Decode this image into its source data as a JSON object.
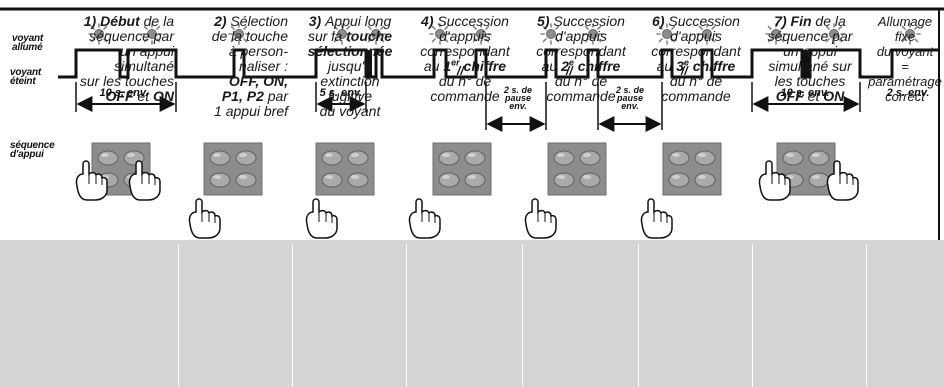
{
  "labels": {
    "voyant_allume": [
      "voyant",
      "allumé"
    ],
    "voyant_eteint": [
      "voyant",
      "éteint"
    ],
    "sequence_appui": [
      "séquence",
      "d'appui"
    ]
  },
  "dimensions": {
    "d1": "10 s. env.",
    "d2": "5 s. env.",
    "d3": "10 s. env.",
    "d4": "2 s. env."
  },
  "pause_labels": {
    "p1": [
      "2 s. de",
      "pause",
      "env."
    ],
    "p2": [
      "2 s. de",
      "pause",
      "env."
    ]
  },
  "break_marks": {
    "b1": "//",
    "b2": "//",
    "b3": "//"
  },
  "captions": [
    {
      "align": "right",
      "lines": [
        [
          {
            "t": "1) ",
            "b": true
          },
          {
            "t": "Début",
            "b": true
          },
          {
            "t": " de la",
            "b": false
          }
        ],
        [
          {
            "t": "séquence par",
            "b": false
          }
        ],
        [
          {
            "t": "un appui",
            "b": false
          }
        ],
        [
          {
            "t": "simultané",
            "b": false
          }
        ],
        [
          {
            "t": "sur les touches",
            "b": false
          }
        ],
        [
          {
            "t": "OFF",
            "b": true
          },
          {
            "t": " et ",
            "b": false
          },
          {
            "t": "ON",
            "b": true
          }
        ]
      ]
    },
    {
      "align": "right",
      "lines": [
        [
          {
            "t": "2) ",
            "b": true
          },
          {
            "t": "Sélection",
            "b": false
          }
        ],
        [
          {
            "t": "de la touche",
            "b": false
          }
        ],
        [
          {
            "t": "à person-",
            "b": false
          }
        ],
        [
          {
            "t": "naliser :",
            "b": false
          }
        ],
        [
          {
            "t": "OFF, ON,",
            "b": true
          }
        ],
        [
          {
            "t": "P1, P2",
            "b": true
          },
          {
            "t": " par",
            "b": false
          }
        ],
        [
          {
            "t": "1 appui bref",
            "b": false
          }
        ]
      ]
    },
    {
      "align": "center",
      "lines": [
        [
          {
            "t": "3) ",
            "b": true
          },
          {
            "t": "Appui long",
            "b": false
          }
        ],
        [
          {
            "t": "sur la ",
            "b": false
          },
          {
            "t": "touche",
            "b": true
          }
        ],
        [
          {
            "t": "sélectionnée",
            "b": true
          }
        ],
        [
          {
            "t": "jusqu'à",
            "b": false
          }
        ],
        [
          {
            "t": "extinction",
            "b": false
          }
        ],
        [
          {
            "t": "fugitive",
            "b": false
          }
        ],
        [
          {
            "t": "du voyant",
            "b": false
          }
        ]
      ]
    },
    {
      "align": "center",
      "lines": [
        [
          {
            "t": "4) ",
            "b": true
          },
          {
            "t": "Succession",
            "b": false
          }
        ],
        [
          {
            "t": "d'appuis",
            "b": false
          }
        ],
        [
          {
            "t": "correspondant",
            "b": false
          }
        ],
        [
          {
            "t": "au ",
            "b": false
          },
          {
            "t": "1",
            "b": true
          },
          {
            "t": "er",
            "b": true,
            "sup": true
          },
          {
            "t": " chiffre",
            "b": true
          }
        ],
        [
          {
            "t": "du n° de",
            "b": false
          }
        ],
        [
          {
            "t": "commande",
            "b": false
          }
        ]
      ]
    },
    {
      "align": "center",
      "lines": [
        [
          {
            "t": "5) ",
            "b": true
          },
          {
            "t": "Succession",
            "b": false
          }
        ],
        [
          {
            "t": "d'appuis",
            "b": false
          }
        ],
        [
          {
            "t": "correspondant",
            "b": false
          }
        ],
        [
          {
            "t": "au ",
            "b": false
          },
          {
            "t": "2",
            "b": true
          },
          {
            "t": "e",
            "b": true,
            "sup": true
          },
          {
            "t": " chiffre",
            "b": true
          }
        ],
        [
          {
            "t": "du n° de",
            "b": false
          }
        ],
        [
          {
            "t": "commande",
            "b": false
          }
        ]
      ]
    },
    {
      "align": "center",
      "lines": [
        [
          {
            "t": "6) ",
            "b": true
          },
          {
            "t": "Succession",
            "b": false
          }
        ],
        [
          {
            "t": "d'appuis",
            "b": false
          }
        ],
        [
          {
            "t": "correspondant",
            "b": false
          }
        ],
        [
          {
            "t": "au ",
            "b": false
          },
          {
            "t": "3",
            "b": true
          },
          {
            "t": "e",
            "b": true,
            "sup": true
          },
          {
            "t": " chiffre",
            "b": true
          }
        ],
        [
          {
            "t": "du n° de",
            "b": false
          }
        ],
        [
          {
            "t": "commande",
            "b": false
          }
        ]
      ]
    },
    {
      "align": "center",
      "lines": [
        [
          {
            "t": "7) ",
            "b": true
          },
          {
            "t": "Fin",
            "b": true
          },
          {
            "t": " de la",
            "b": false
          }
        ],
        [
          {
            "t": "séquence par",
            "b": false
          }
        ],
        [
          {
            "t": "un appui",
            "b": false
          }
        ],
        [
          {
            "t": "simultané sur",
            "b": false
          }
        ],
        [
          {
            "t": "les touches",
            "b": false
          }
        ],
        [
          {
            "t": "OFF",
            "b": true
          },
          {
            "t": " et ",
            "b": false
          },
          {
            "t": "ON",
            "b": true
          }
        ]
      ]
    },
    {
      "align": "center",
      "lines": [
        [
          {
            "t": "Allumage",
            "b": false
          }
        ],
        [
          {
            "t": "fixe",
            "b": false
          }
        ],
        [
          {
            "t": "du voyant",
            "b": false
          }
        ],
        [
          {
            "t": "=",
            "b": false
          }
        ],
        [
          {
            "t": "paramétrage",
            "b": false
          }
        ],
        [
          {
            "t": "correct",
            "b": false
          }
        ]
      ]
    }
  ],
  "colors": {
    "caption_bg": "#d5d5d5",
    "keypad_bg": "#8c8e8d",
    "sun": "#8a8a8a",
    "line": "#111111"
  }
}
